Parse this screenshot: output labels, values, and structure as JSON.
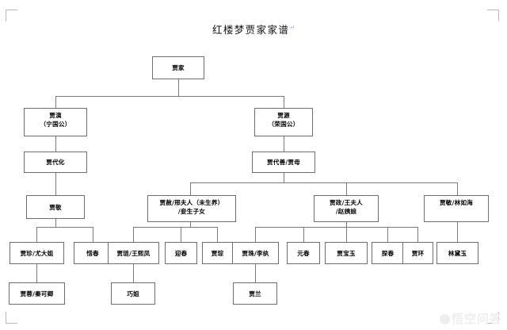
{
  "document": {
    "title": "红楼梦贾家家谱",
    "paragraph_mark": "↵",
    "watermark": "悟空问答"
  },
  "chart_data": {
    "type": "diagram",
    "title": "红楼梦贾家家谱",
    "nodes": [
      {
        "id": "jiajia",
        "label": "贾家",
        "line2": "",
        "level": 0
      },
      {
        "id": "jiayan",
        "label": "贾演",
        "line2": "（宁国公）",
        "level": 1
      },
      {
        "id": "jiayuan",
        "label": "贾源",
        "line2": "（荣国公）",
        "level": 1
      },
      {
        "id": "jiadaihua",
        "label": "贾代化",
        "line2": "",
        "level": 2
      },
      {
        "id": "jiadaishan",
        "label": "贾代善/贾母",
        "line2": "",
        "level": 2
      },
      {
        "id": "jiajing",
        "label": "贾敬",
        "line2": "",
        "level": 3
      },
      {
        "id": "jiashe",
        "label": "贾赦/邢夫人（未生养）",
        "line2": "/妾生子女",
        "level": 3
      },
      {
        "id": "jiazheng",
        "label": "贾政/王夫人",
        "line2": "/赵姨娘",
        "level": 3
      },
      {
        "id": "jiamin",
        "label": "贾敏/林如海",
        "line2": "",
        "level": 3
      },
      {
        "id": "jiazhen",
        "label": "贾珍/尤大姐",
        "line2": "",
        "level": 4
      },
      {
        "id": "xichun",
        "label": "惜春",
        "line2": "",
        "level": 4
      },
      {
        "id": "jialian",
        "label": "贾琏/王熙凤",
        "line2": "",
        "level": 4
      },
      {
        "id": "yingchun",
        "label": "迎春",
        "line2": "",
        "level": 4
      },
      {
        "id": "jiacong",
        "label": "贾琮",
        "line2": "",
        "level": 4
      },
      {
        "id": "jiazhu",
        "label": "贾珠/李纨",
        "line2": "",
        "level": 4
      },
      {
        "id": "yuanchun",
        "label": "元春",
        "line2": "",
        "level": 4
      },
      {
        "id": "jiabaoyu",
        "label": "贾宝玉",
        "line2": "",
        "level": 4
      },
      {
        "id": "tanchun",
        "label": "探春",
        "line2": "",
        "level": 4
      },
      {
        "id": "jiahuan",
        "label": "贾环",
        "line2": "",
        "level": 4
      },
      {
        "id": "lindaiyu",
        "label": "林黛玉",
        "line2": "",
        "level": 4
      },
      {
        "id": "jiarong",
        "label": "贾蓉/秦可卿",
        "line2": "",
        "level": 5
      },
      {
        "id": "qiaojie",
        "label": "巧姐",
        "line2": "",
        "level": 5
      },
      {
        "id": "jialan",
        "label": "贾兰",
        "line2": "",
        "level": 5
      }
    ],
    "edges": [
      [
        "jiajia",
        "jiayan"
      ],
      [
        "jiajia",
        "jiayuan"
      ],
      [
        "jiayan",
        "jiadaihua"
      ],
      [
        "jiayuan",
        "jiadaishan"
      ],
      [
        "jiadaihua",
        "jiajing"
      ],
      [
        "jiadaishan",
        "jiashe"
      ],
      [
        "jiadaishan",
        "jiazheng"
      ],
      [
        "jiadaishan",
        "jiamin"
      ],
      [
        "jiajing",
        "jiazhen"
      ],
      [
        "jiajing",
        "xichun"
      ],
      [
        "jiashe",
        "jialian"
      ],
      [
        "jiashe",
        "yingchun"
      ],
      [
        "jiashe",
        "jiacong"
      ],
      [
        "jiazheng",
        "jiazhu"
      ],
      [
        "jiazheng",
        "yuanchun"
      ],
      [
        "jiazheng",
        "jiabaoyu"
      ],
      [
        "jiazheng",
        "tanchun"
      ],
      [
        "jiazheng",
        "jiahuan"
      ],
      [
        "jiamin",
        "lindaiyu"
      ],
      [
        "jiazhen",
        "jiarong"
      ],
      [
        "jialian",
        "qiaojie"
      ],
      [
        "jiazhu",
        "jialan"
      ]
    ],
    "colors": {
      "box_border": "#6d6d6d",
      "line": "#7a7a7a",
      "text": "#000000",
      "background": "#ffffff"
    }
  }
}
